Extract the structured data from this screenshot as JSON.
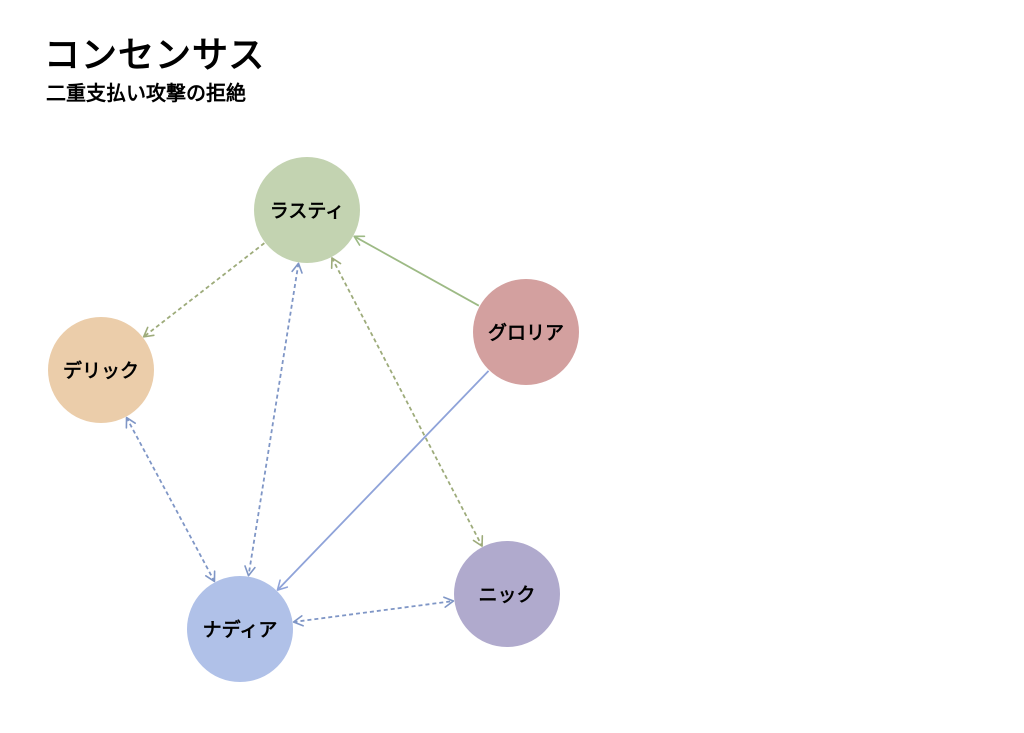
{
  "header": {
    "title": "コンセンサス",
    "subtitle": "二重支払い攻撃の拒絶"
  },
  "diagram": {
    "nodes": [
      {
        "id": "rusty",
        "label": "ラスティ",
        "color": "#c3d3b1"
      },
      {
        "id": "gloria",
        "label": "グロリア",
        "color": "#d3a09f"
      },
      {
        "id": "derek",
        "label": "デリック",
        "color": "#ebcdaa"
      },
      {
        "id": "nadia",
        "label": "ナディア",
        "color": "#b0c1e8"
      },
      {
        "id": "nick",
        "label": "ニック",
        "color": "#b0aacd"
      }
    ],
    "edges": [
      {
        "from": "gloria",
        "to": "rusty",
        "style": "solid",
        "color": "#9dba85",
        "arrow": "end"
      },
      {
        "from": "gloria",
        "to": "nadia",
        "style": "solid",
        "color": "#8fa3d9",
        "arrow": "end"
      },
      {
        "from": "rusty",
        "to": "derek",
        "style": "dashed",
        "color": "#9dab7a",
        "arrow": "end"
      },
      {
        "from": "rusty",
        "to": "nick",
        "style": "dashed",
        "color": "#9dab7a",
        "arrow": "both"
      },
      {
        "from": "rusty",
        "to": "nadia",
        "style": "dashed",
        "color": "#7f96c6",
        "arrow": "both"
      },
      {
        "from": "derek",
        "to": "nadia",
        "style": "dashed",
        "color": "#7f96c6",
        "arrow": "both"
      },
      {
        "from": "nadia",
        "to": "nick",
        "style": "dashed",
        "color": "#7f96c6",
        "arrow": "both"
      }
    ]
  }
}
